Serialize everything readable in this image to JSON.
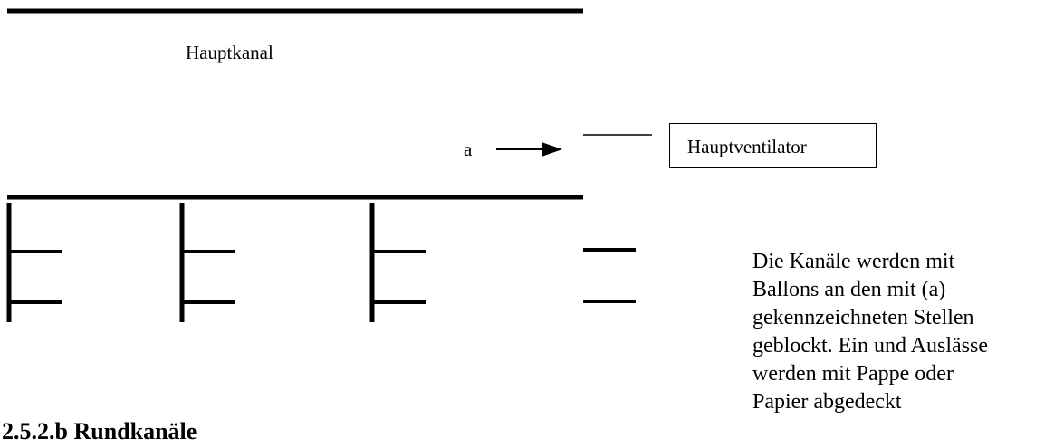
{
  "labels": {
    "main_channel": "Hauptkanal",
    "marker": "a",
    "main_fan": "Hauptventilator"
  },
  "note": {
    "lines": [
      "Die Kanäle werden mit",
      "Ballons an den mit (a)",
      "gekennzeichneten Stellen",
      "geblockt. Ein und Auslässe",
      "werden mit Pappe oder",
      "Papier abgedeckt"
    ]
  },
  "section_heading": "2.5.2.b Rundkanäle",
  "colors": {
    "stroke": "#000000",
    "background": "#ffffff"
  },
  "icons": {
    "arrow": "arrow-right-icon"
  }
}
